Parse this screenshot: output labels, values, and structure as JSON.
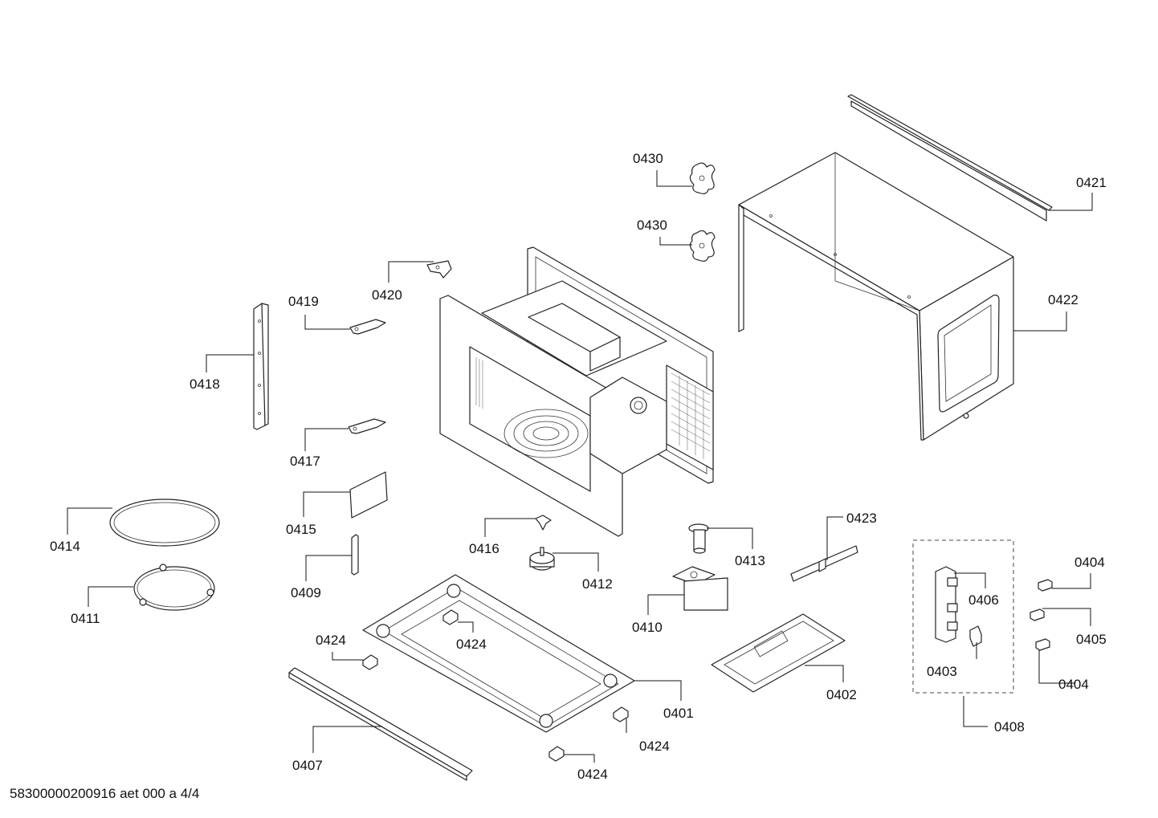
{
  "document_number": "58300000200916 aet 000 a 4/4",
  "callouts": {
    "c0401": "0401",
    "c0402": "0402",
    "c0403": "0403",
    "c0404a": "0404",
    "c0404b": "0404",
    "c0405": "0405",
    "c0406": "0406",
    "c0407": "0407",
    "c0408": "0408",
    "c0409": "0409",
    "c0410": "0410",
    "c0411": "0411",
    "c0412": "0412",
    "c0413": "0413",
    "c0414": "0414",
    "c0415": "0415",
    "c0416": "0416",
    "c0417": "0417",
    "c0418": "0418",
    "c0419": "0419",
    "c0420": "0420",
    "c0421": "0421",
    "c0422": "0422",
    "c0423": "0423",
    "c0424a": "0424",
    "c0424b": "0424",
    "c0424c": "0424",
    "c0424d": "0424",
    "c0430a": "0430",
    "c0430b": "0430"
  }
}
